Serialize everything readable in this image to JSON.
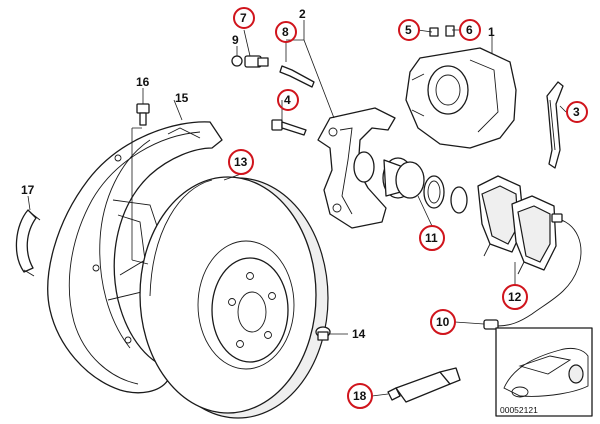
{
  "diagram": {
    "reference_code": "00052121",
    "callouts": [
      {
        "id": "c1",
        "label": "1",
        "circled": false
      },
      {
        "id": "c2",
        "label": "2",
        "circled": false
      },
      {
        "id": "c3",
        "label": "3",
        "circled": true
      },
      {
        "id": "c4",
        "label": "4",
        "circled": true
      },
      {
        "id": "c5",
        "label": "5",
        "circled": true
      },
      {
        "id": "c6",
        "label": "6",
        "circled": true
      },
      {
        "id": "c7",
        "label": "7",
        "circled": true
      },
      {
        "id": "c8",
        "label": "8",
        "circled": true
      },
      {
        "id": "c9",
        "label": "9",
        "circled": false
      },
      {
        "id": "c10",
        "label": "10",
        "circled": true
      },
      {
        "id": "c11",
        "label": "11",
        "circled": true
      },
      {
        "id": "c12",
        "label": "12",
        "circled": true
      },
      {
        "id": "c13",
        "label": "13",
        "circled": true
      },
      {
        "id": "c14",
        "label": "14",
        "circled": false
      },
      {
        "id": "c15",
        "label": "15",
        "circled": false
      },
      {
        "id": "c16",
        "label": "16",
        "circled": false
      },
      {
        "id": "c17",
        "label": "17",
        "circled": false
      },
      {
        "id": "c18",
        "label": "18",
        "circled": true
      }
    ],
    "highlight_color": "#d0141c"
  }
}
